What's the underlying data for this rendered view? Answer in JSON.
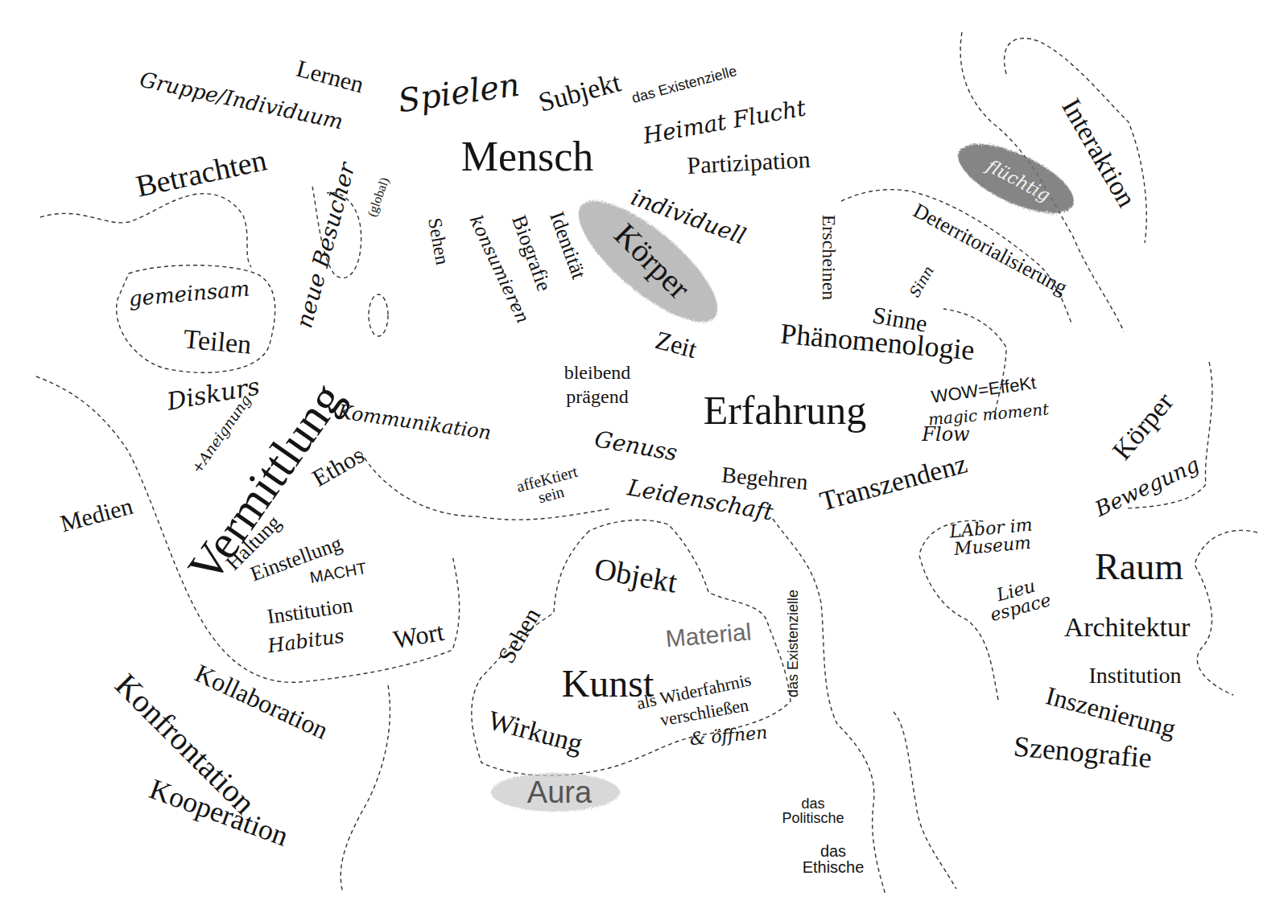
{
  "diagram": {
    "labels": [
      "Gruppe/Individuum",
      "Lernen",
      "Spielen",
      "Subjekt",
      "das Existenzielle",
      "Mensch",
      "Heimat Flucht",
      "Partizipation",
      "individuell",
      "Betrachten",
      "neue Besucher",
      "(global)",
      "Sehen",
      "konsumieren",
      "Biografie",
      "Identität",
      "Körper",
      "Erscheinen",
      "Deterritorialisierung",
      "Interaktion",
      "flüchtig",
      "Sinn",
      "Sinne",
      "Phänomenologie",
      "gemeinsam",
      "Teilen",
      "Zeit",
      "bleibend",
      "prägend",
      "Erfahrung",
      "WOW=EffeKt",
      "magic moment",
      "Flow",
      "Diskurs",
      "+Aneignung",
      "Vermittlung",
      "Kommunikation",
      "Ethos",
      "Genuss",
      "affeKtiert sein",
      "Begehren",
      "Leidenschaft",
      "Transzendenz",
      "Körper",
      "Bewegung",
      "Medien",
      "Haltung",
      "Einstellung",
      "MACHT",
      "Institution",
      "Habitus",
      "Wort",
      "LAbor im Museum",
      "Raum",
      "Objekt",
      "Material",
      "Sehen",
      "das Existenzielle",
      "Lieu espace",
      "Architektur",
      "Institution",
      "Kunst",
      "als Widerfahrnis",
      "verschließen",
      "& öffnen",
      "Wirkung",
      "Konfrontation",
      "Kollaboration",
      "Kooperation",
      "Aura",
      "Inszenierung",
      "Szenografie",
      "das Politische",
      "das Ethische"
    ]
  }
}
